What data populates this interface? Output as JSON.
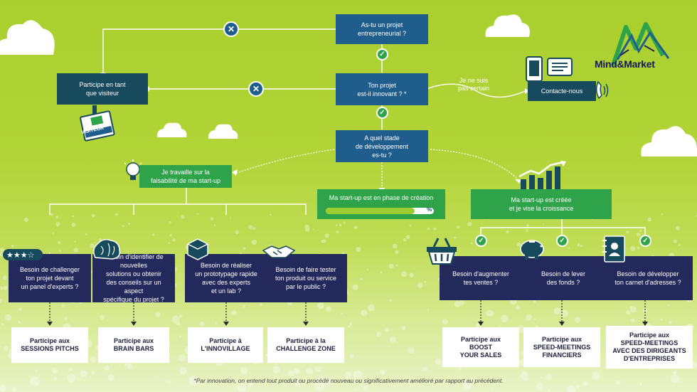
{
  "nodes": {
    "q_project": "As-tu un projet\nentrepreneurial ?",
    "q_innovative": "Ton projet\nest-il innovant ? *",
    "q_stage": "A quel stade\nde développement\nes-tu ?",
    "visitor": "Participe en tant\nque visiteur",
    "uncertain": "Je ne suis\npas certain",
    "contact": "Contacte-nous",
    "feasibility": "Je travaille sur la\nfaisabilité de ma start-up",
    "creation": "Ma start-up est en phase de création",
    "growth": "Ma start-up est créée\net je vise la croissance"
  },
  "badge": "VISITEUR",
  "logo": "Mind&Market",
  "progress_symbol": "%",
  "creation_progress": 0.82,
  "needs": [
    {
      "label": "Besoin de challenger\nton projet devant\nun panel d'experts ?"
    },
    {
      "label": "Besoin d'identifier de nouvelles\nsolutions ou obtenir\ndes conseils sur un aspect\nspécifique du projet ?"
    },
    {
      "label": "Besoin de réaliser\nun prototypage rapide\navec des experts\net un lab ?"
    },
    {
      "label": "Besoin de faire tester\nton produit ou service\npar le public ?"
    },
    {
      "label": "Besoin d'augmenter\ntes ventes ?"
    },
    {
      "label": "Besoin de lever\ndes fonds ?"
    },
    {
      "label": "Besoin de développer\nton carnet d'adresses ?"
    }
  ],
  "outcomes": [
    "Participe aux\nSESSIONS PITCHS",
    "Participe aux\nBRAIN BARS",
    "Participe à\nL'INNOVILLAGE",
    "Participe à la\nCHALLENGE ZONE",
    "Participe aux\nBOOST\nYOUR SALES",
    "Participe aux\nSPEED-MEETINGS\nFINANCIERS",
    "Participe aux\nSPEED-MEETINGS\nAVEC DES DIRIGEANTS\nD'ENTREPRISES"
  ],
  "footnote": "*Par innovation, on entend tout produit ou procédé nouveau ou significativement amélioré par rapport au précédent.",
  "colors": {
    "background": "#b2d438",
    "question_blue": "#1f5d8c",
    "teal": "#174a5c",
    "green": "#2ea34a",
    "navy": "#23295a"
  }
}
